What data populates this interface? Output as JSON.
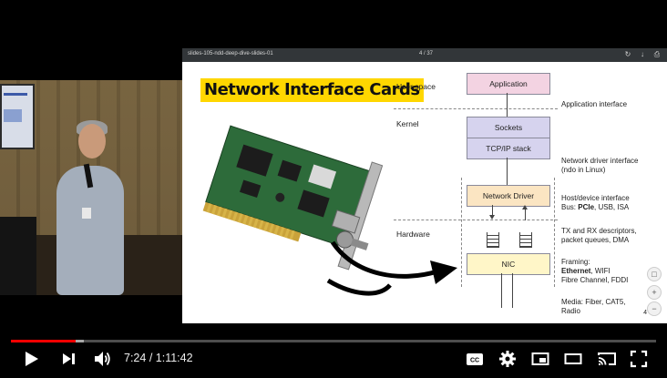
{
  "player": {
    "progress_fraction": 0.1,
    "loaded_fraction": 0.113,
    "time_current": "7:24",
    "time_separator": " / ",
    "time_total": "1:11:42"
  },
  "viewer": {
    "doc_title": "slides-105-ndd-deep-dive-slides-01",
    "page": "4 / 37"
  },
  "slide": {
    "title": "Network Interface Cards",
    "layers": {
      "user_space": "User space",
      "kernel": "Kernel",
      "hardware": "Hardware"
    },
    "boxes": {
      "application": "Application",
      "sockets": "Sockets",
      "tcpip": "TCP/IP stack",
      "network_driver": "Network Driver",
      "nic": "NIC"
    },
    "notes": {
      "app_interface": "Application interface",
      "ndi_line1": "Network driver interface",
      "ndi_line2": "(ndo in Linux)",
      "host_line1": "Host/device interface",
      "host_bus_prefix": "Bus: ",
      "host_bus_pcie": "PCIe",
      "host_bus_suffix": ", USB, ISA",
      "txrx_line1": "TX and RX descriptors,",
      "txrx_line2": "packet queues, DMA",
      "framing_line1": "Framing:",
      "framing_eth": "Ethernet",
      "framing_wifi": ", WIFI",
      "framing_line3": "Fibre Channel, FDDI",
      "media_line1": "Media: Fiber, CAT5,",
      "media_line2": "Radio"
    },
    "slide_number": "4"
  },
  "colors": {
    "accent_red": "#ff0000",
    "title_highlight": "#ffd700",
    "box_pink": "#f3d3e2",
    "box_lavender": "#d6d3ee",
    "box_tan": "#fbe5c2",
    "box_yellow": "#fff6c8"
  }
}
